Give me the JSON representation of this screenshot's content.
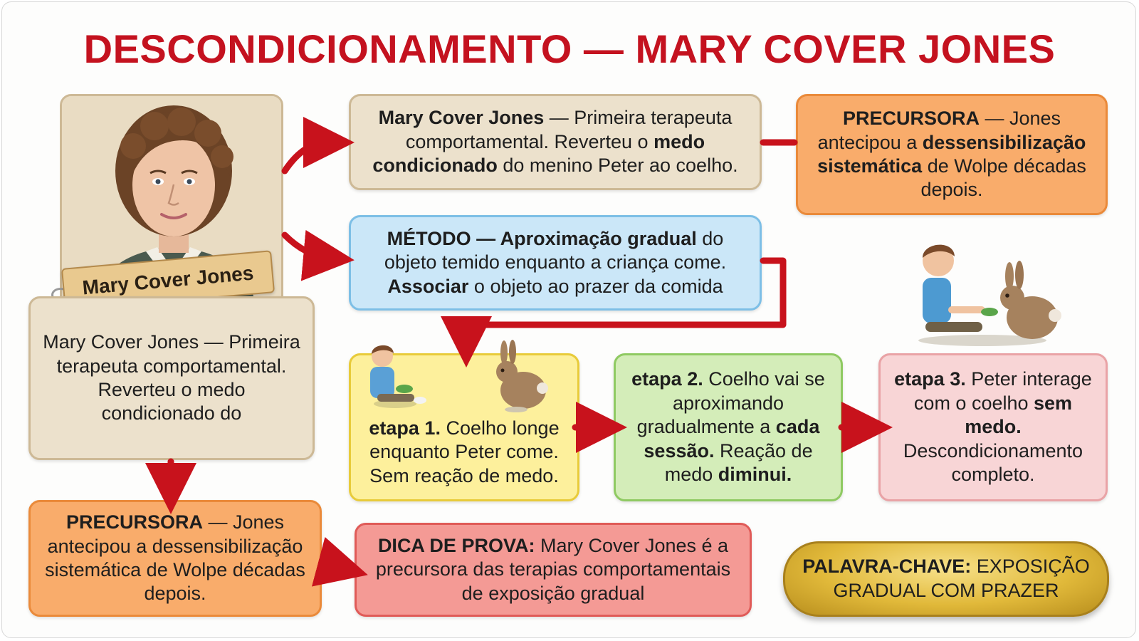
{
  "title": "DESCONDICIONAMENTO — MARY COVER JONES",
  "portrait": {
    "tag_label": "Mary Cover Jones"
  },
  "left_box": {
    "text": "Mary Cover Jones — Primeira terapeuta comportamental. Reverteu o medo condicionado do"
  },
  "top_box": {
    "part1_bold": "Mary Cover Jones",
    "part2": " — Primeira terapeuta comportamental. Reverteu o ",
    "part3_bold": "medo condicionado",
    "part4": " do menino Peter ao coelho."
  },
  "precursora_right": {
    "part1_bold": "PRECURSORA",
    "part2": " — Jones antecipou a ",
    "part3_bold": "dessensibilização sistemática",
    "part4": " de Wolpe décadas depois."
  },
  "metodo": {
    "part1_bold": "MÉTODO — Aproximação gradual",
    "part2": " do objeto temido enquanto a criança come. ",
    "part3_bold": "Associar",
    "part4": " o objeto ao prazer da comida"
  },
  "etapa1": {
    "part1_bold": "etapa 1.",
    "part2": " Coelho longe enquanto Peter come. Sem reação de medo."
  },
  "etapa2": {
    "part1_bold": "etapa 2.",
    "part2": " Coelho vai se aproximando gradualmente a ",
    "part3_bold": "cada sessão.",
    "part4": " Reação de medo ",
    "part5_bold": "diminui."
  },
  "etapa3": {
    "part1_bold": "etapa 3.",
    "part2": " Peter interage com o coelho ",
    "part3_bold": "sem medo.",
    "part4": " Descondicionamento completo."
  },
  "precursora_bottom": {
    "part1_bold": "PRECURSORA",
    "part2": " — Jones antecipou a dessensibilização sistemática de Wolpe décadas depois."
  },
  "dica": {
    "part1_bold": "DICA DE PROVA:",
    "part2": " Mary Cover Jones é a precursora das terapias comportamentais de exposição gradual"
  },
  "palavra_chave": {
    "part1_bold": "PALAVRA-CHAVE:",
    "part2": " EXPOSIÇÃO GRADUAL COM PRAZER"
  },
  "colors": {
    "title": "#c4121f",
    "arrow": "#c8121c"
  }
}
